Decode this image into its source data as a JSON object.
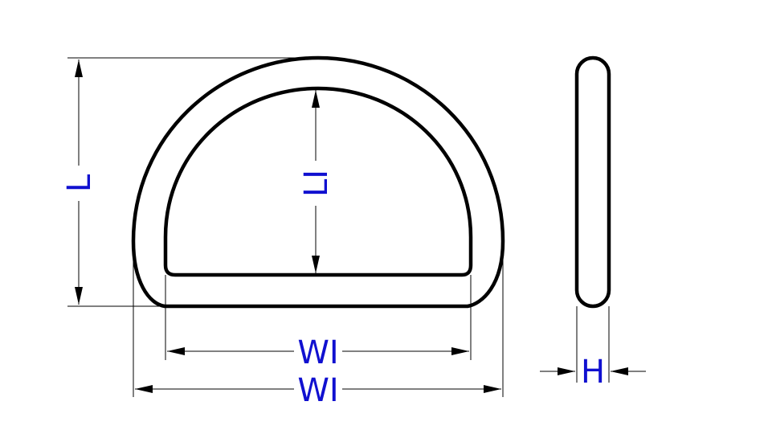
{
  "labels": {
    "length": "L",
    "inner_length": "LI",
    "inner_width": "WI",
    "outer_width": "WI",
    "thickness": "H"
  },
  "colors": {
    "label": "#1010d0",
    "line": "#000000",
    "background": "#ffffff"
  }
}
